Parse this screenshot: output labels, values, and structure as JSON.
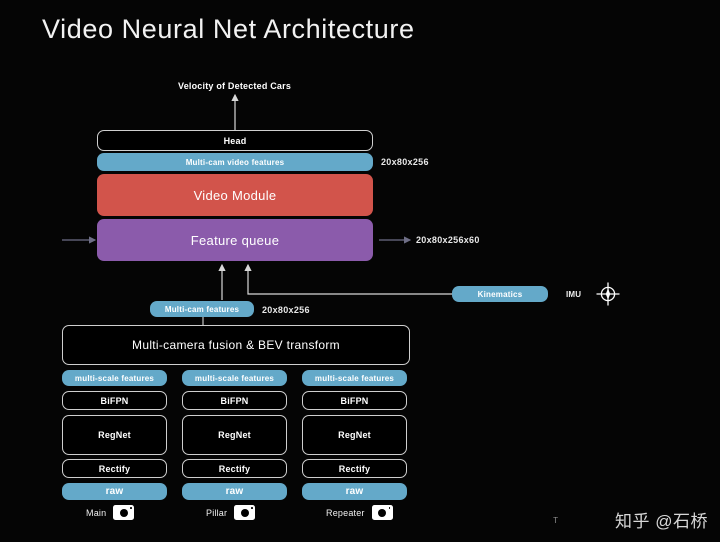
{
  "slide": {
    "title": "Video Neural Net Architecture",
    "background_color": "#050505"
  },
  "colors": {
    "blue": "#64a9c9",
    "red": "#d2544b",
    "purple": "#8b5bab",
    "outline": "#cfcfcf",
    "text": "#ffffff"
  },
  "output": {
    "label": "Velocity of Detected Cars"
  },
  "stack": {
    "head": "Head",
    "multi_cam_video_features": "Multi-cam video features",
    "video_module": "Video Module",
    "feature_queue": "Feature queue"
  },
  "dimensions": {
    "video_features": "20x80x256",
    "feature_queue": "20x80x256x60",
    "multi_cam_features": "20x80x256"
  },
  "middle": {
    "multi_cam_features": "Multi-cam features",
    "kinematics": "Kinematics",
    "imu": "IMU",
    "imu_icon": "compass-icon"
  },
  "fusion": {
    "label": "Multi-camera fusion & BEV transform"
  },
  "backbone": {
    "rows": [
      "multi-scale features",
      "BiFPN",
      "RegNet",
      "Rectify",
      "raw"
    ],
    "columns": [
      {
        "camera": "Main",
        "icon": "camera-icon"
      },
      {
        "camera": "Pillar",
        "icon": "camera-icon"
      },
      {
        "camera": "Repeater",
        "icon": "camera-icon"
      }
    ]
  },
  "watermark": {
    "mark": "T",
    "text": "知乎 @石桥"
  }
}
